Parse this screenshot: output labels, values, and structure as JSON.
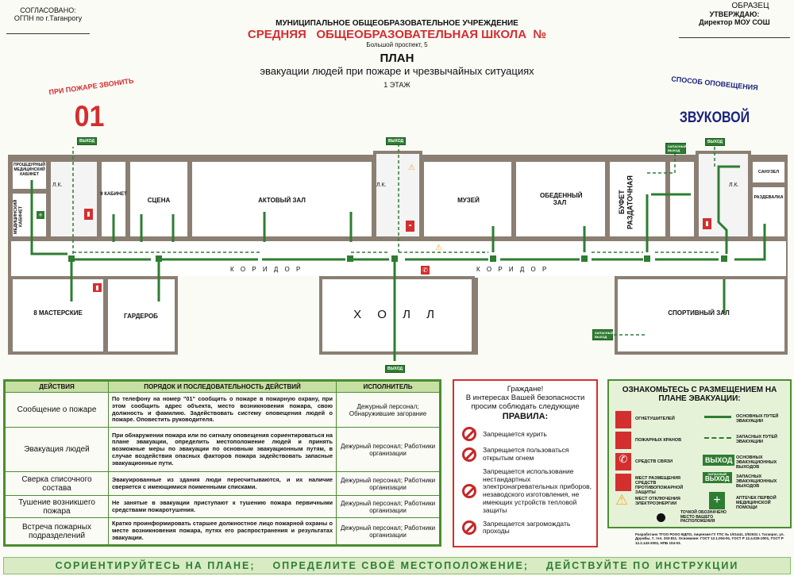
{
  "header": {
    "agreed_label": "СОГЛАСОВАНО:",
    "agreed_org": "ОГПН по г.Таганрогу",
    "sample": "ОБРАЗЕЦ",
    "approve_label": "УТВЕРЖДАЮ:",
    "approve_by": "Директор МОУ СОШ",
    "institution": "МУНИЦИПАЛЬНОЕ ОБЩЕОБРАЗОВАТЕЛЬНОЕ УЧРЕЖДЕНИЕ",
    "school": "СРЕДНЯЯ   ОБЩЕОБРАЗОВАТЕЛЬНАЯ ШКОЛА  №",
    "address": "Большой проспект, 5",
    "plan_title": "ПЛАН",
    "plan_subtitle": "эвакуации людей при пожаре и чрезвычайных ситуациях",
    "floor": "1 ЭТАЖ",
    "fire_call_label": "ПРИ ПОЖАРЕ ЗВОНИТЬ",
    "fire_number": "01",
    "alert_label": "СПОСОБ ОПОВЕЩЕНИЯ",
    "alert_method": "ЗВУКОВОЙ"
  },
  "plan": {
    "rooms": {
      "proc_med": "ПРОЦЕДУРНЫЙ МЕДИЦИНСКИЙ КАБИНЕТ",
      "med": "МЕДИЦИНСКИЙ КАБИНЕТ",
      "lk": "Л.К.",
      "cab9": "9 КАБИНЕТ",
      "scene": "СЦЕНА",
      "hall_act": "АКТОВЫЙ ЗАЛ",
      "museum": "МУЗЕЙ",
      "dining": "ОБЕДЕННЫЙ ЗАЛ",
      "buffet": "БУФЕТ РАЗДАТОЧНАЯ",
      "wc": "САНУЗЕЛ",
      "locker": "РАЗДЕВАЛКА",
      "workshop": "8 МАСТЕРСКИЕ",
      "cloak": "ГАРДЕРОБ",
      "lobby": "Х О Л Л",
      "gym": "СПОРТИВНЫЙ ЗАЛ",
      "corridor": "К О Р И Д О Р"
    },
    "exit_label": "ВЫХОД",
    "spare_exit_label": "ЗАПАСНЫЙ ВЫХОД"
  },
  "table": {
    "headers": [
      "ДЕЙСТВИЯ",
      "ПОРЯДОК И ПОСЛЕДОВАТЕЛЬНОСТЬ ДЕЙСТВИЙ",
      "ИСПОЛНИТЕЛЬ"
    ],
    "rows": [
      {
        "action": "Сообщение о пожаре",
        "order": "По телефону на номер \"01\" сообщить о пожаре в пожарную охрану, при этом сообщить адрес объекта, место возникновения пожара, свою должность и фамилию. Задействовать систему оповещения людей о пожаре. Оповестить руководителя.",
        "executor": "Дежурный персонал; Обнаружившие загорание"
      },
      {
        "action": "Эвакуация людей",
        "order": "При обнаружении пожара или по сигналу оповещения сориентироваться на плане эвакуации, определить местоположение людей и принять возможные меры по эвакуации по основным эвакуационным путям, в случае воздействия опасных факторов пожара задействовать запасные эвакуационные пути.",
        "executor": "Дежурный персонал; Работники организации"
      },
      {
        "action": "Сверка списочного состава",
        "order": "Эвакуированные из здания люди пересчитываются, и их наличие сверяется с имеющимися поименными списками.",
        "executor": "Дежурный персонал; Работники организации"
      },
      {
        "action": "Тушение возникшего пожара",
        "order": "Не занятые в эвакуации приступают к тушению пожара первичными средствами пожаротушения.",
        "executor": "Дежурный персонал; Работники организации"
      },
      {
        "action": "Встреча пожарных подразделений",
        "order": "Кратко проинформировать старшее должностное лицо пожарной охраны о месте возникновения пожара, путях его распространения и результатах эвакуации.",
        "executor": "Дежурный персонал; Работники организации"
      }
    ]
  },
  "rules": {
    "line1": "Граждане!",
    "line2": "В интересах Вашей безопасности просим соблюдать следующие",
    "title": "ПРАВИЛА:",
    "items": [
      "Запрещается курить",
      "Запрещается пользоваться открытым огнем",
      "Запрещается использование нестандартных электронагревательных приборов, незаводского изготовления, не имеющих устройств тепловой защиты",
      "Запрещается загромождать проходы"
    ]
  },
  "legend": {
    "title": "ОЗНАКОМЬТЕСЬ С РАЗМЕЩЕНИЕМ НА ПЛАНЕ ЭВАКУАЦИИ:",
    "items": [
      "ОГНЕТУШИТЕЛЕЙ",
      "ПОЖАРНЫХ КРАНОВ",
      "СРЕДСТВ СВЯЗИ",
      "МЕСТ РАЗМЕЩЕНИЯ СРЕДСТВ ПРОТИВОПОЖАРНОЙ ЗАЩИТЫ",
      "МЕСТ ОТКЛЮЧЕНИЯ ЭЛЕКТРОЭНЕРГИИ",
      "ОСНОВНЫХ ПУТЕЙ ЭВАКУАЦИИ",
      "ЗАПАСНЫХ ПУТЕЙ ЭВАКУАЦИИ",
      "ОСНОВНЫХ ЭВАКУАЦИОННЫХ ВЫХОДОВ",
      "ЗАПАСНЫХ ЭВАКУАЦИОННЫХ ВЫХОДОВ",
      "АПТЕЧЕК ПЕРВОЙ МЕДИЦИНСКОЙ ПОМОЩИ",
      "ТОЧКОЙ ОБОЗНАЧЕНО МЕСТО ВАШЕГО РАСПОЛОЖЕНИЯ"
    ],
    "exit_sign": "ВЫХОД",
    "spare_sign_top": "ЗАПАСНЫЙ",
    "credits": "Разработано ТГОО РООО ВДПО, лицензия ГУ ГПС № 1/01441, 2/02531 г. Таганрог, ул. Дружбы, 7, тел. 333-811. Основание: ГОСТ 12.1.004-91, ГОСТ Р 12.4.026-2001, ГОСТ Р 12.2.143-2002, НПБ 104-03."
  },
  "footer": "СОРИЕНТИРУЙТЕСЬ НА ПЛАНЕ;    ОПРЕДЕЛИТЕ СВОЁ МЕСТОПОЛОЖЕНИЕ;    ДЕЙСТВУЙТЕ ПО ИНСТРУКЦИИ",
  "colors": {
    "green": "#2e7d32",
    "red": "#d32f2f",
    "wall": "#8a7f72",
    "table_header": "#c6dfa3"
  }
}
